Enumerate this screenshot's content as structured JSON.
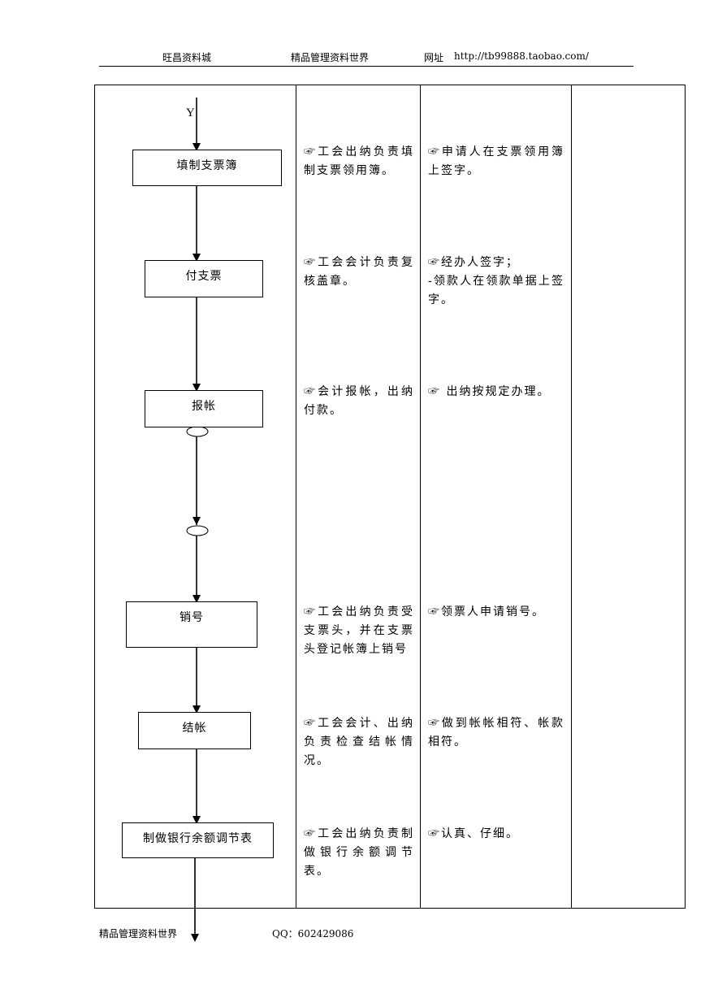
{
  "header": {
    "shop": "旺昌资料城",
    "world": "精品管理资料世界",
    "url_label": "网址",
    "url": "http://tb99888.taobao.com/"
  },
  "flow": {
    "y_label": "Y",
    "steps": [
      {
        "box": "填制支票簿",
        "col2": "☞工会出纳负责填制支票领用簿。",
        "col3": "☞申请人在支票领用簿上签字。"
      },
      {
        "box": "付支票",
        "col2": "☞工会会计负责复核盖章。",
        "col3": "☞经办人签字；\n-领款人在领款单据上签字。"
      },
      {
        "box": "报帐",
        "col2": "☞会计报帐，出纳付款。",
        "col3": "☞ 出纳按规定办理。"
      },
      {
        "box": "销号",
        "col2": "☞工会出纳负责受支票头，并在支票头登记帐簿上销号",
        "col3": "☞领票人申请销号。"
      },
      {
        "box": "结帐",
        "col2": "☞工会会计、出纳负责检查结帐情况。",
        "col3": "☞做到帐帐相符、帐款相符。"
      },
      {
        "box": "制做银行余额调节表",
        "col2": "☞工会出纳负责制做银行余额调节表。",
        "col3": "☞认真、仔细。"
      }
    ]
  },
  "footer": {
    "world": "精品管理资料世界",
    "qq": "QQ：602429086"
  }
}
